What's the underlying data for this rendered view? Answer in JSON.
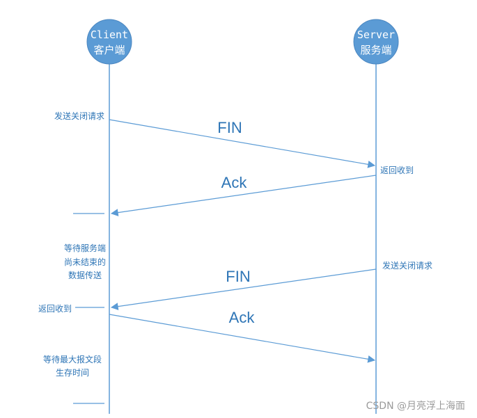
{
  "participants": {
    "client": {
      "line1": "Client",
      "line2": "客户端"
    },
    "server": {
      "line1": "Server",
      "line2": "服务端"
    }
  },
  "notes": {
    "client_send_close": "发送关闭请求",
    "server_ack_received": "返回收到",
    "client_wait_1": "等待服务端",
    "client_wait_2": "尚未结束的",
    "client_wait_3": "数据传送",
    "server_send_close": "发送关闭请求",
    "client_ack_received": "返回收到",
    "client_time_wait_1": "等待最大报文段",
    "client_time_wait_2": "生存时间"
  },
  "messages": {
    "fin_1": "FIN",
    "ack_1": "Ack",
    "fin_2": "FIN",
    "ack_2": "Ack"
  },
  "colors": {
    "node_fill": "#5b9bd5",
    "line": "#5b9bd5",
    "text": "#2e75b6"
  },
  "watermark": "CSDN @月亮浮上海面"
}
